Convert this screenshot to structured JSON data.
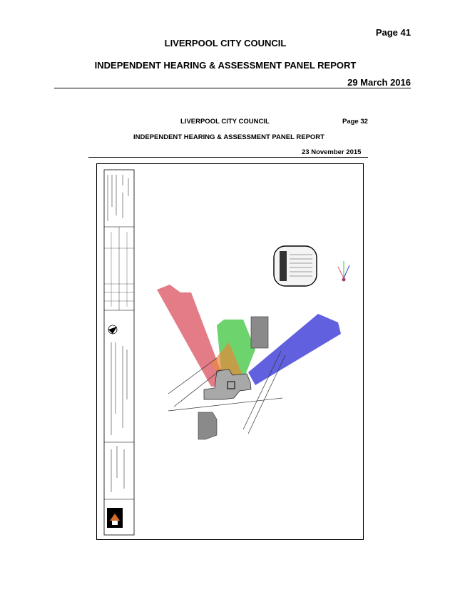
{
  "outer_header": {
    "page_label": "Page 41",
    "council": "LIVERPOOL CITY COUNCIL",
    "report_title": "INDEPENDENT HEARING & ASSESSMENT PANEL REPORT",
    "date": "29 March 2016"
  },
  "inner_header": {
    "council": "LIVERPOOL CITY COUNCIL",
    "page_label": "Page 32",
    "report_title": "INDEPENDENT HEARING & ASSESSMENT PANEL REPORT",
    "date": "23 November 2015"
  },
  "drawing": {
    "sheet_title": "SHADOW DIAGRAMS",
    "shadow_colors": {
      "morning": "#d9505e",
      "midday": "#3cc43c",
      "afternoon": "#3a3ad8"
    },
    "building_color": "#a8a8a8"
  }
}
